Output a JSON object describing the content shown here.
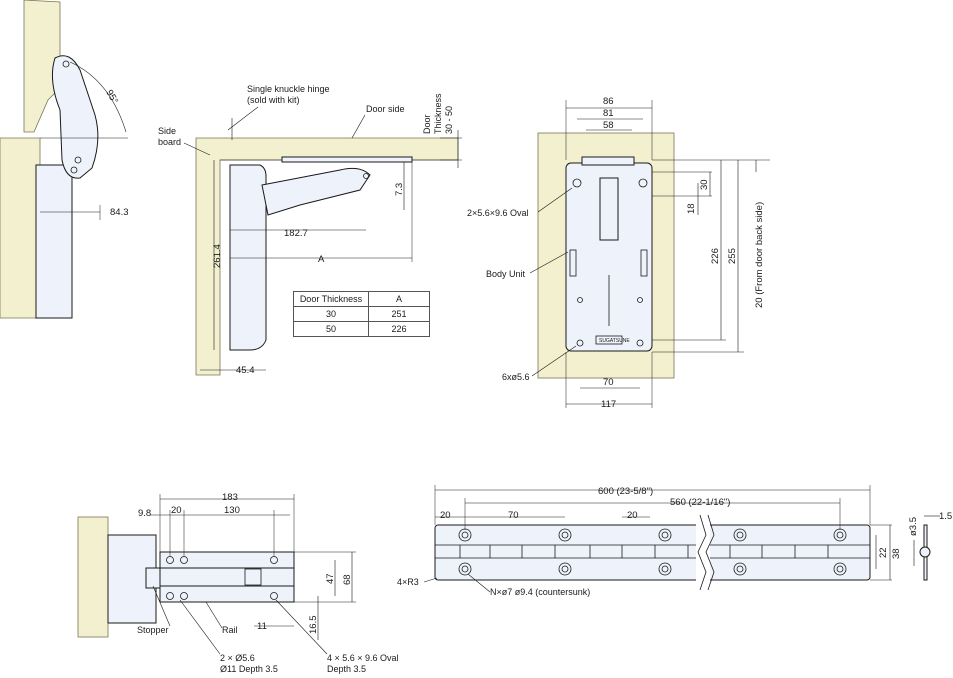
{
  "labels": {
    "single_knuckle_hinge": "Single knuckle hinge",
    "sold_with_kit": "(sold with kit)",
    "door_side": "Door side",
    "door_thickness_word1": "Door",
    "door_thickness_word2": "Thickness",
    "door_thickness_range": "30 - 50",
    "side": "Side",
    "board": "board",
    "oval_2x": "2×5.6×9.6 Oval",
    "body_unit": "Body Unit",
    "holes_6x": "6xø5.6",
    "stopper": "Stopper",
    "rail": "Rail",
    "holes_2x_line1": "2 × Ø5.6",
    "holes_2x_line2": "Ø11 Depth 3.5",
    "oval_4x_line1": "4 × 5.6 × 9.6 Oval",
    "oval_4x_line2": "Depth 3.5",
    "r3": "4×R3",
    "countersunk": "N×ø7 ø9.4 (countersunk)",
    "logo": "SUGATSUNE"
  },
  "dims": {
    "angle": "95°",
    "d84_3": "84.3",
    "d261_4": "261.4",
    "d182_7": "182.7",
    "dA": "A",
    "d7_3": "7.3",
    "d45_4": "45.4",
    "d86": "86",
    "d81": "81",
    "d58": "58",
    "d30": "30",
    "d18": "18",
    "d226": "226",
    "d255": "255",
    "d20_back": "20 (From door back side)",
    "d70": "70",
    "d117": "117",
    "d183": "183",
    "d9_8": "9.8",
    "d20": "20",
    "d130": "130",
    "d47": "47",
    "d68": "68",
    "d11": "11",
    "d16_5": "16.5",
    "d600": "600 (23-5/8\")",
    "d560": "560 (22-1/16\")",
    "d20_left": "20",
    "d70_hinge": "70",
    "d20_mid": "20",
    "d22": "22",
    "d38": "38",
    "d3_5": "ø3.5",
    "d1_5": "1.5"
  },
  "table": {
    "header": [
      "Door Thickness",
      "A"
    ],
    "rows": [
      [
        "30",
        "251"
      ],
      [
        "50",
        "226"
      ]
    ]
  }
}
